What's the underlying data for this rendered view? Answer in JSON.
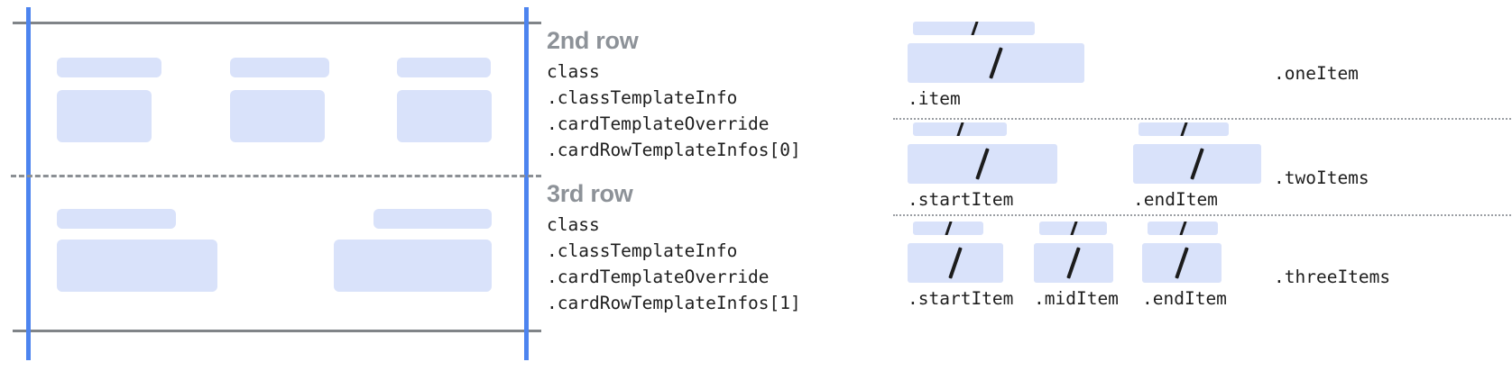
{
  "colors": {
    "placeholder_fill": "#d9e2fa",
    "guide_blue": "#4d84ef",
    "rule_gray": "#808488",
    "heading_gray": "#8d9298",
    "code_text": "#1e1e1e",
    "slash_mark": "#1c1c1c"
  },
  "left_diagram": {
    "rows": [
      {
        "name": "2nd row",
        "columns": [
          {
            "title_placeholder": "",
            "body_placeholder": ""
          },
          {
            "title_placeholder": "",
            "body_placeholder": ""
          },
          {
            "title_placeholder": "",
            "body_placeholder": ""
          }
        ]
      },
      {
        "name": "3rd row",
        "columns": [
          {
            "title_placeholder": "",
            "body_placeholder": ""
          },
          {
            "title_placeholder": "",
            "body_placeholder": ""
          }
        ]
      }
    ]
  },
  "annotations": [
    {
      "heading": "2nd row",
      "code_lines": [
        "class",
        ".classTemplateInfo",
        ".cardTemplateOverride",
        ".cardRowTemplateInfos[0]"
      ]
    },
    {
      "heading": "3rd row",
      "code_lines": [
        "class",
        ".classTemplateInfo",
        ".cardTemplateOverride",
        ".cardRowTemplateInfos[1]"
      ]
    }
  ],
  "right_diagram": {
    "variants": [
      {
        "variant_label": ".oneItem",
        "items": [
          {
            "label": ".item",
            "slash_glyph": "/"
          }
        ]
      },
      {
        "variant_label": ".twoItems",
        "items": [
          {
            "label": ".startItem",
            "slash_glyph": "/"
          },
          {
            "label": ".endItem",
            "slash_glyph": "/"
          }
        ]
      },
      {
        "variant_label": ".threeItems",
        "items": [
          {
            "label": ".startItem",
            "slash_glyph": "/"
          },
          {
            "label": ".midItem",
            "slash_glyph": "/"
          },
          {
            "label": ".endItem",
            "slash_glyph": "/"
          }
        ]
      }
    ]
  }
}
